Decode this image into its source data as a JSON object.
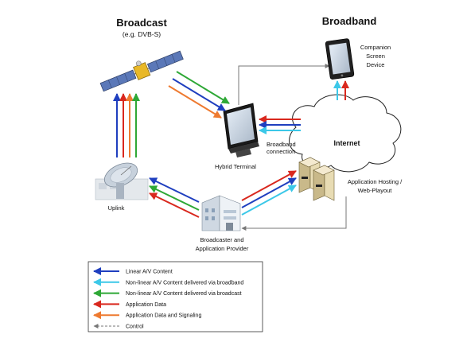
{
  "headings": {
    "broadcast": "Broadcast",
    "broadcast_sub": "(e.g. DVB-S)",
    "broadband": "Broadband"
  },
  "nodes": {
    "companion_line1": "Companion",
    "companion_line2": "Screen",
    "companion_line3": "Device",
    "hybrid_terminal": "Hybrid Terminal",
    "broadband_conn_line1": "Broadband",
    "broadband_conn_line2": "connection",
    "internet": "Internet",
    "hosting_line1": "Application Hosting /",
    "hosting_line2": "Web-Playout",
    "uplink": "Uplink",
    "broadcaster_line1": "Broadcaster and",
    "broadcaster_line2": "Application Provider"
  },
  "legend": {
    "items": [
      {
        "label": "Linear A/V Content",
        "color": "#1f3fbf",
        "style": "solid"
      },
      {
        "label": "Non-linear A/V Content delivered via broadband",
        "color": "#3cc8e8",
        "style": "solid"
      },
      {
        "label": "Non-linear A/V Content delivered via broadcast",
        "color": "#2ea836",
        "style": "solid"
      },
      {
        "label": "Application Data",
        "color": "#d9281e",
        "style": "solid"
      },
      {
        "label": "Application Data and Signaling",
        "color": "#ee7a30",
        "style": "solid"
      },
      {
        "label": "Control",
        "color": "#777777",
        "style": "dashed"
      }
    ]
  },
  "colors": {
    "blue": "#1f3fbf",
    "cyan": "#3cc8e8",
    "green": "#2ea836",
    "red": "#d9281e",
    "orange": "#ee7a30",
    "gray": "#777777"
  }
}
